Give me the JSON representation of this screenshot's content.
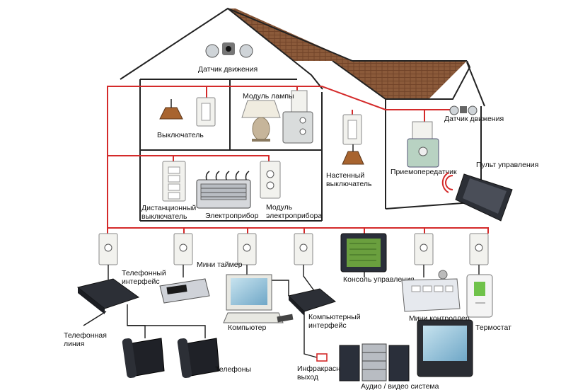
{
  "labels": {
    "motion_sensor_roof": "Датчик движения",
    "motion_sensor_side": "Датчик движения",
    "lamp_module": "Модуль лампы",
    "switch": "Выключатель",
    "wall_switch_1": "Настенный",
    "wall_switch_2": "выключатель",
    "transceiver": "Приемопередатчик",
    "remote_control": "Пульт управления",
    "remote_switch_1": "Дистанционный",
    "remote_switch_2": "выключатель",
    "appliance": "Электроприбор",
    "appliance_module_1": "Модуль",
    "appliance_module_2": "электроприбора",
    "phone_interface_1": "Телефонный",
    "phone_interface_2": "интерфейс",
    "mini_timer": "Мини таймер",
    "console": "Консоль управления",
    "computer": "Компьютер",
    "computer_interface_1": "Компьютерный",
    "computer_interface_2": "интерфейс",
    "mini_controller": "Мини контроллер",
    "thermostat": "Термостат",
    "phone_line_1": "Телефонная",
    "phone_line_2": "линия",
    "phones": "Телефоны",
    "ir_output_1": "Инфракрасный",
    "ir_output_2": "выход",
    "av_system": "Аудио / видео система"
  },
  "colors": {
    "wiring": "#d42a2a",
    "roof": "#7a4e30",
    "outline": "#222222"
  }
}
